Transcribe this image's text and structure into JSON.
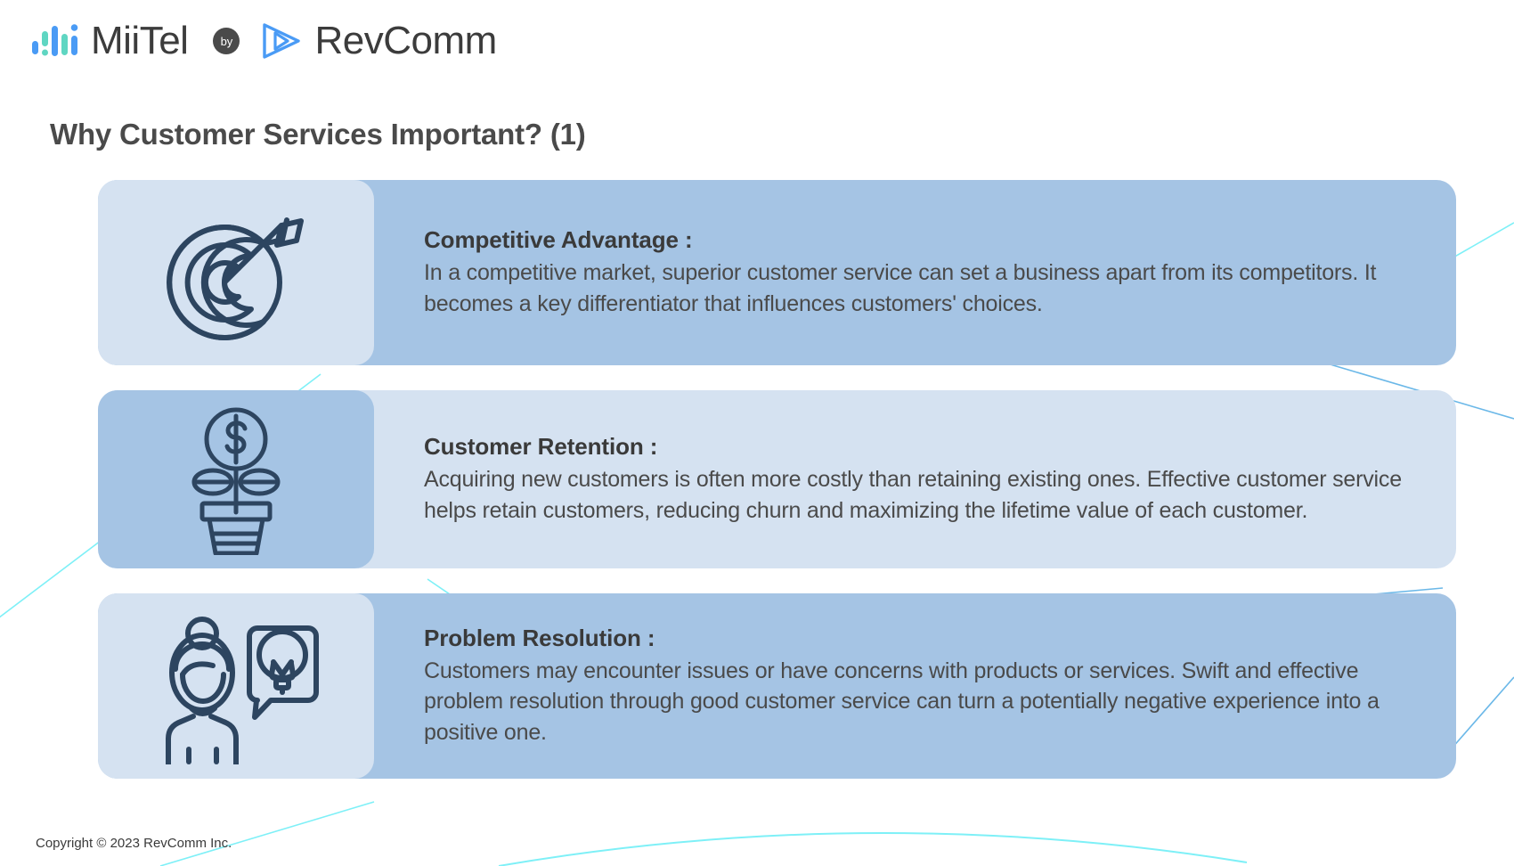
{
  "brand": {
    "miitel_name": "MiiTel",
    "by_label": "by",
    "revcomm_name": "RevComm",
    "wave_icon": "audio-wave-icon",
    "play_icon": "revcomm-play-icon",
    "colors": {
      "wave_blue": "#4a9bf5",
      "wave_teal": "#5fd6c2",
      "play_blue": "#4a9bf5",
      "text_dark": "#3c3c3c",
      "badge_bg": "#4a4a4a"
    }
  },
  "header": {
    "title": "Why Customer Services Important? (1)"
  },
  "theme": {
    "card_dark": "#a5c4e4",
    "card_light": "#d5e2f1",
    "icon_stroke": "#2d4560",
    "decor_cyan": "#7ef0f7",
    "decor_blue": "#6bb8e8",
    "page_bg": "#ffffff"
  },
  "cards": [
    {
      "icon": "target-arrow-icon",
      "icon_box_tone": "light",
      "card_tone": "dark",
      "heading": "Competitive Advantage :",
      "body": "In a competitive market, superior customer service can set a business apart from its competitors. It becomes a key differentiator that influences customers' choices."
    },
    {
      "icon": "money-plant-icon",
      "icon_box_tone": "dark",
      "card_tone": "light",
      "heading": "Customer Retention :",
      "body": "Acquiring new customers is often more costly than retaining existing ones. Effective customer service helps retain customers, reducing churn and maximizing the lifetime value of each customer."
    },
    {
      "icon": "person-idea-bubble-icon",
      "icon_box_tone": "light",
      "card_tone": "dark",
      "heading": "Problem Resolution :",
      "body": "Customers may encounter issues or have concerns with products or services. Swift and effective problem resolution through good customer service can turn a potentially negative experience into a positive one."
    }
  ],
  "footer": {
    "copyright": "Copyright © 2023 RevComm Inc."
  }
}
